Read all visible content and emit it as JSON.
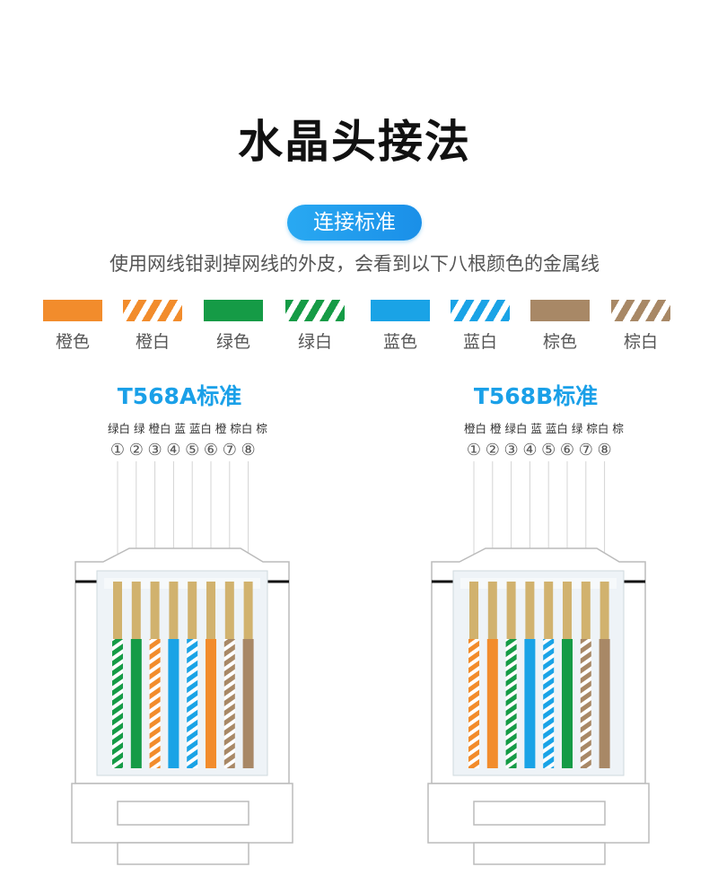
{
  "title": "水晶头接法",
  "badge": "连接标准",
  "description": "使用网线钳剥掉网线的外皮，会看到以下八根颜色的金属线",
  "colors": {
    "orange": "#f28c2c",
    "green": "#159b46",
    "blue": "#1aa3e6",
    "brown": "#a88866",
    "accent": "#1aa0e8"
  },
  "legend": [
    {
      "label": "橙色",
      "color": "orange",
      "striped": false
    },
    {
      "label": "橙白",
      "color": "orange",
      "striped": true
    },
    {
      "label": "绿色",
      "color": "green",
      "striped": false
    },
    {
      "label": "绿白",
      "color": "green",
      "striped": true
    },
    {
      "label": "蓝色",
      "color": "blue",
      "striped": false
    },
    {
      "label": "蓝白",
      "color": "blue",
      "striped": true
    },
    {
      "label": "棕色",
      "color": "brown",
      "striped": false
    },
    {
      "label": "棕白",
      "color": "brown",
      "striped": true
    }
  ],
  "standards": [
    {
      "name": "T568A标准",
      "pins": [
        {
          "num": "①",
          "label": "绿白",
          "color": "green",
          "striped": true
        },
        {
          "num": "②",
          "label": "绿",
          "color": "green",
          "striped": false
        },
        {
          "num": "③",
          "label": "橙白",
          "color": "orange",
          "striped": true
        },
        {
          "num": "④",
          "label": "蓝",
          "color": "blue",
          "striped": false
        },
        {
          "num": "⑤",
          "label": "蓝白",
          "color": "blue",
          "striped": true
        },
        {
          "num": "⑥",
          "label": "橙",
          "color": "orange",
          "striped": false
        },
        {
          "num": "⑦",
          "label": "棕白",
          "color": "brown",
          "striped": true
        },
        {
          "num": "⑧",
          "label": "棕",
          "color": "brown",
          "striped": false
        }
      ]
    },
    {
      "name": "T568B标准",
      "pins": [
        {
          "num": "①",
          "label": "橙白",
          "color": "orange",
          "striped": true
        },
        {
          "num": "②",
          "label": "橙",
          "color": "orange",
          "striped": false
        },
        {
          "num": "③",
          "label": "绿白",
          "color": "green",
          "striped": true
        },
        {
          "num": "④",
          "label": "蓝",
          "color": "blue",
          "striped": false
        },
        {
          "num": "⑤",
          "label": "蓝白",
          "color": "blue",
          "striped": true
        },
        {
          "num": "⑥",
          "label": "绿",
          "color": "green",
          "striped": false
        },
        {
          "num": "⑦",
          "label": "棕白",
          "color": "brown",
          "striped": true
        },
        {
          "num": "⑧",
          "label": "棕",
          "color": "brown",
          "striped": false
        }
      ]
    }
  ]
}
